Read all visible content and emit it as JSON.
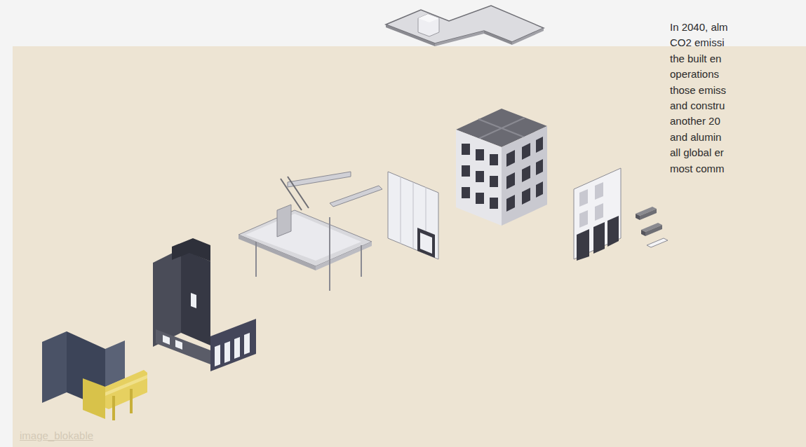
{
  "diagram": {
    "labels": [
      "In 2040, alm",
      "CO2 emissi",
      "the built en",
      "operations",
      "those emiss",
      "and constru",
      "another 20",
      "and alumin",
      "all global er",
      "most comm",
      "image_blokable"
    ]
  }
}
